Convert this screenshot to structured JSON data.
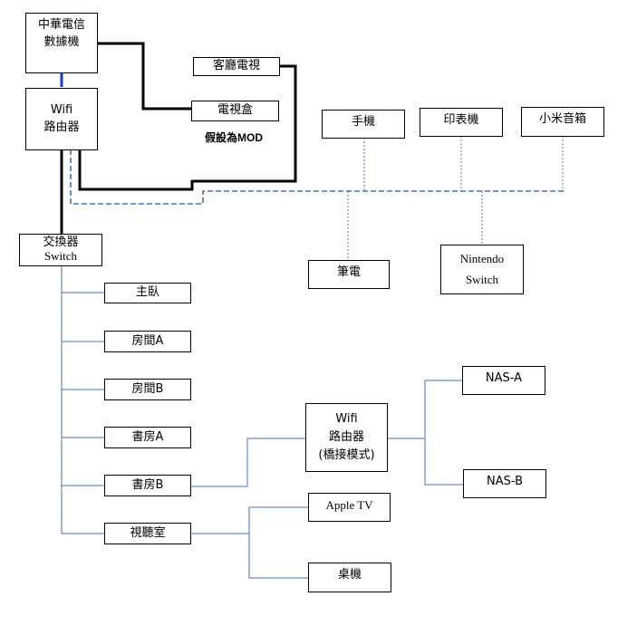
{
  "nodes": {
    "modem": [
      "中華電信",
      "數據機"
    ],
    "router": [
      "Wifi",
      "路由器"
    ],
    "living_tv": [
      "客廳電視"
    ],
    "tv_box": [
      "電視盒"
    ],
    "phone": [
      "手機"
    ],
    "printer": [
      "印表機"
    ],
    "speaker": [
      "小米音箱"
    ],
    "switch": [
      "交換器",
      "Switch"
    ],
    "laptop": [
      "筆電"
    ],
    "nintendo": [
      "Nintendo",
      "Switch"
    ],
    "master_bedroom": [
      "主臥"
    ],
    "room_a": [
      "房間A"
    ],
    "room_b": [
      "房間B"
    ],
    "study_a": [
      "書房A"
    ],
    "study_b": [
      "書房B"
    ],
    "av_room": [
      "視聽室"
    ],
    "bridge_router": [
      "Wifi",
      "路由器",
      "(橋接模式)"
    ],
    "nas_a": [
      "NAS-A"
    ],
    "nas_b": [
      "NAS-B"
    ],
    "apple_tv": [
      "Apple TV"
    ],
    "desktop": [
      "桌機"
    ]
  },
  "note": "假設為MOD",
  "colors": {
    "wired_primary": "#000000",
    "modem_router_link": "#1a3cc8",
    "lan_link": "#4a70b0",
    "wifi_link": "#4a70b0"
  }
}
